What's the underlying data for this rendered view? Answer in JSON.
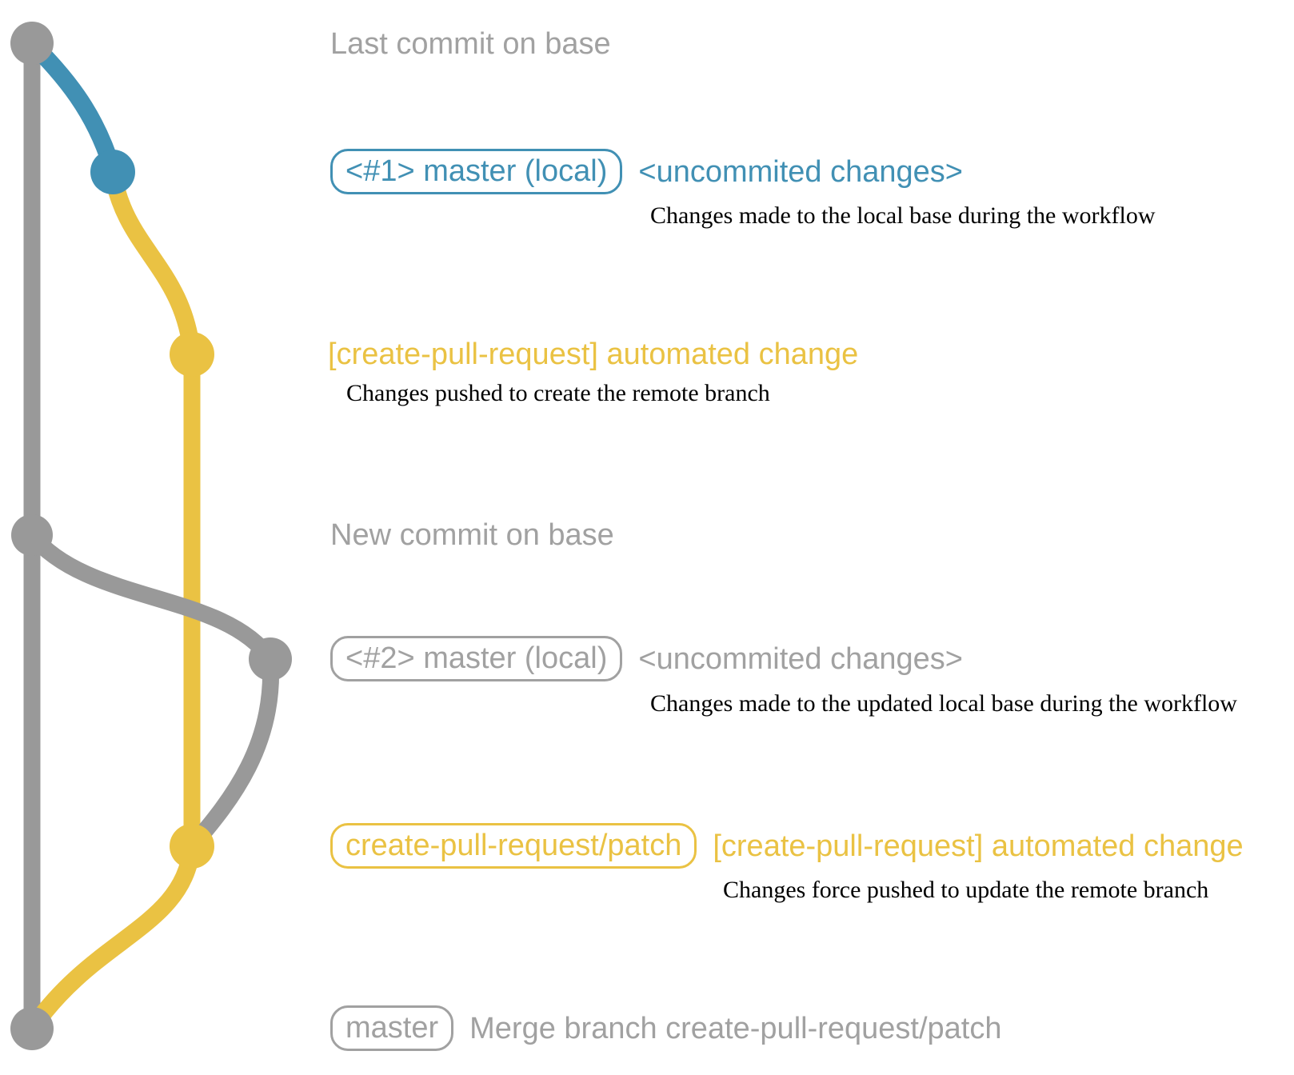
{
  "colors": {
    "branch-blue": "#4190b4",
    "branch-yellow": "#eac243",
    "branch-gray": "#999999",
    "muted-text": "#a1a1a1",
    "body-text": "#000000"
  },
  "rows": {
    "row1": {
      "label": "Last commit on base"
    },
    "row2": {
      "badge": "<#1> master (local)",
      "note": "<uncommited changes>",
      "description": "Changes made to the local base during the workflow"
    },
    "row3": {
      "title": "[create-pull-request] automated change",
      "description": "Changes pushed to create the remote branch"
    },
    "row4": {
      "label": "New commit on base"
    },
    "row5": {
      "badge": "<#2> master (local)",
      "note": "<uncommited changes>",
      "description": "Changes made to the updated local base during the workflow"
    },
    "row6": {
      "badge": "create-pull-request/patch",
      "title": "[create-pull-request] automated change",
      "description": "Changes force pushed to update the remote branch"
    },
    "row7": {
      "badge": "master",
      "label": "Merge branch create-pull-request/patch"
    }
  }
}
